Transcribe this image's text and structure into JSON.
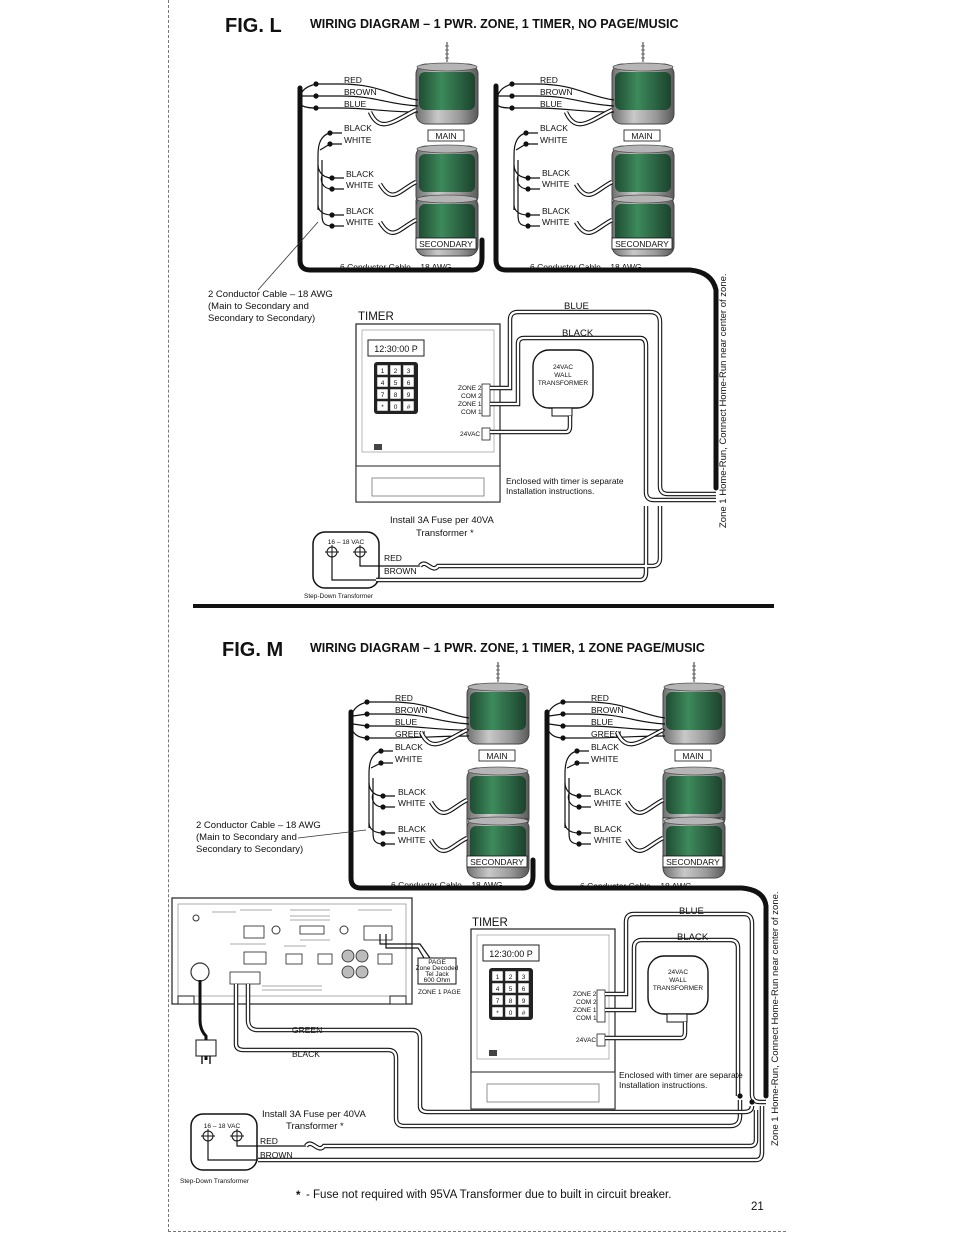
{
  "page_number": "21",
  "footnote": "- Fuse not required with 95VA Transformer due to built in circuit breaker.",
  "footnote_star": "*",
  "colors": {
    "can_green": "#2f6e4a",
    "can_gray": "#8a8a8a",
    "wire": "#111111"
  },
  "fig_l": {
    "label": "FIG. L",
    "title": "WIRING DIAGRAM – 1 PWR. ZONE, 1 TIMER, NO PAGE/MUSIC",
    "left_stack": {
      "main_wires": [
        "RED",
        "BROWN",
        "BLUE",
        "BLACK",
        "WHITE"
      ],
      "sec1_wires": [
        "BLACK",
        "WHITE"
      ],
      "sec2_wires": [
        "BLACK",
        "WHITE"
      ],
      "main_label": "MAIN",
      "secondary_label": "SECONDARY",
      "cable_label": "6 Conductor Cable – 18 AWG"
    },
    "right_stack": {
      "main_wires": [
        "RED",
        "BROWN",
        "BLUE",
        "BLACK",
        "WHITE"
      ],
      "sec1_wires": [
        "BLACK",
        "WHITE"
      ],
      "sec2_wires": [
        "BLACK",
        "WHITE"
      ],
      "main_label": "MAIN",
      "secondary_label": "SECONDARY",
      "cable_label": "6 Conductor Cable – 18 AWG"
    },
    "two_conductor_note": [
      "2 Conductor Cable – 18 AWG",
      "(Main to Secondary and",
      "Secondary to Secondary)"
    ],
    "timer": {
      "title": "TIMER",
      "display": "12:30:00 P",
      "keys": [
        "1",
        "2",
        "3",
        "4",
        "5",
        "6",
        "7",
        "8",
        "9",
        "*",
        "0",
        "#"
      ],
      "terminals": [
        "ZONE 2",
        "COM 2",
        "ZONE 1",
        "COM 1"
      ],
      "power_terminal": "24VAC"
    },
    "wire_blue": "BLUE",
    "wire_black": "BLACK",
    "transformer": [
      "24VAC",
      "WALL",
      "TRANSFORMER"
    ],
    "timer_note": [
      "Enclosed with timer is separate",
      "Installation instructions."
    ],
    "home_run": "Zone 1 Home-Run, Connect Home-Run near center of zone.",
    "fuse_note": [
      "Install 3A Fuse per 40VA",
      "Transformer *"
    ],
    "stepdown": {
      "voltage": "16 – 18 VAC",
      "red": "RED",
      "brown": "BROWN",
      "label": "Step-Down Transformer"
    }
  },
  "fig_m": {
    "label": "FIG. M",
    "title": "WIRING DIAGRAM – 1 PWR. ZONE, 1 TIMER, 1 ZONE PAGE/MUSIC",
    "left_stack": {
      "main_wires": [
        "RED",
        "BROWN",
        "BLUE",
        "GREEN",
        "BLACK",
        "WHITE"
      ],
      "sec1_wires": [
        "BLACK",
        "WHITE"
      ],
      "sec2_wires": [
        "BLACK",
        "WHITE"
      ],
      "main_label": "MAIN",
      "secondary_label": "SECONDARY",
      "cable_label": "6 Conductor Cable – 18 AWG"
    },
    "right_stack": {
      "main_wires": [
        "RED",
        "BROWN",
        "BLUE",
        "GREEN",
        "BLACK",
        "WHITE"
      ],
      "sec1_wires": [
        "BLACK",
        "WHITE"
      ],
      "sec2_wires": [
        "BLACK",
        "WHITE"
      ],
      "main_label": "MAIN",
      "secondary_label": "SECONDARY",
      "cable_label": "6 Conductor Cable – 18 AWG"
    },
    "two_conductor_note": [
      "2 Conductor Cable – 18 AWG",
      "(Main to Secondary and",
      "Secondary to Secondary)"
    ],
    "amplifier": {
      "page_box": [
        "PAGE",
        "Zone Decoded",
        "Tel Jack",
        "600 Ohm"
      ],
      "zone_page": "ZONE 1 PAGE"
    },
    "timer": {
      "title": "TIMER",
      "display": "12:30:00 P",
      "keys": [
        "1",
        "2",
        "3",
        "4",
        "5",
        "6",
        "7",
        "8",
        "9",
        "*",
        "0",
        "#"
      ],
      "terminals": [
        "ZONE 2",
        "COM 2",
        "ZONE 1",
        "COM 1"
      ],
      "power_terminal": "24VAC"
    },
    "wire_blue": "BLUE",
    "wire_black": "BLACK",
    "wire_green": "GREEN",
    "wire_black2": "BLACK",
    "transformer": [
      "24VAC",
      "WALL",
      "TRANSFORMER"
    ],
    "timer_note": [
      "Enclosed with timer are separate",
      "Installation instructions."
    ],
    "home_run": "Zone 1 Home-Run, Connect Home-Run near center of zone.",
    "fuse_note": [
      "Install 3A Fuse per 40VA",
      "Transformer *"
    ],
    "stepdown": {
      "voltage": "16 – 18 VAC",
      "red": "RED",
      "brown": "BROWN",
      "label": "Step-Down Transformer"
    }
  }
}
